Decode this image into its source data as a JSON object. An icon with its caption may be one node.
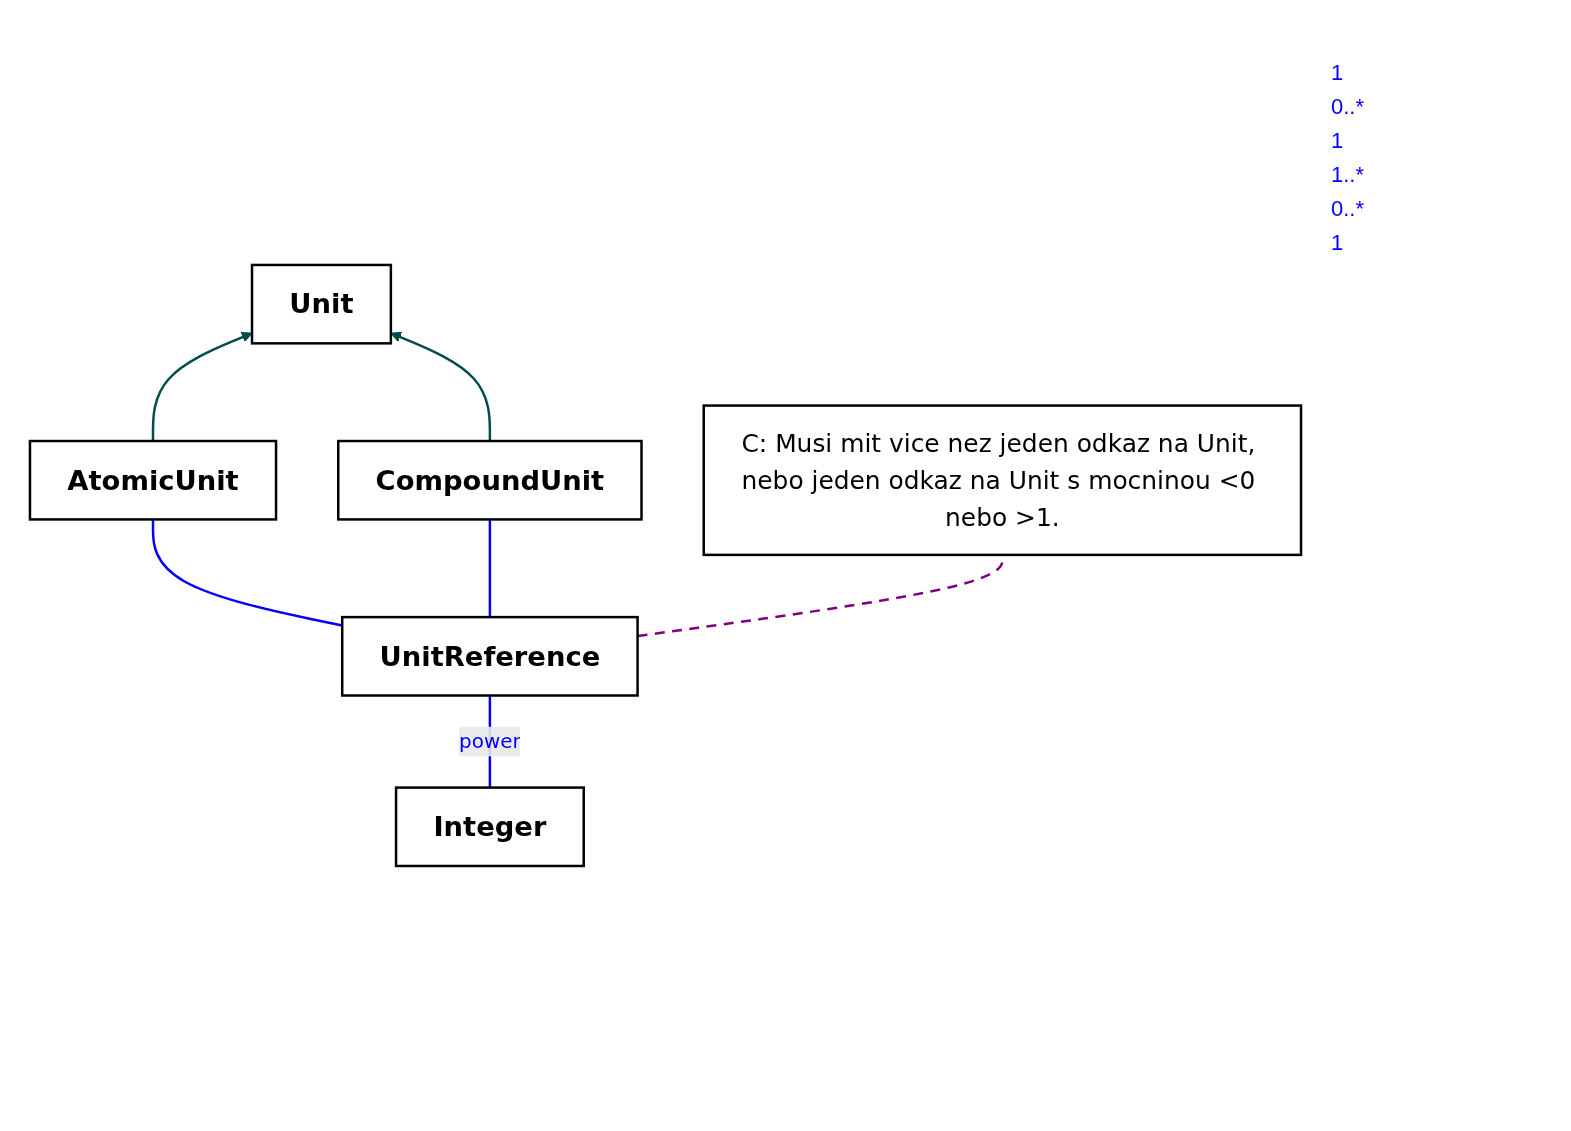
{
  "diagram": {
    "nodes": [
      {
        "text": [
          "Unit"
        ]
      },
      {
        "text": [
          "AtomicUnit"
        ]
      },
      {
        "text": [
          "CompoundUnit"
        ]
      },
      {
        "text": [
          "C: Musi mit vice nez jeden odkaz na Unit, nebo jeden odkaz na Unit s mocninou <0 nebo >1."
        ]
      },
      {
        "text": [
          "UnitReference"
        ]
      },
      {
        "text": [
          "Integer"
        ]
      }
    ],
    "edges": [
      {
        "from": 1,
        "to": 0,
        "arrow": "to",
        "color": "#004d4d"
      },
      {
        "from": 2,
        "to": 0,
        "arrow": "to",
        "color": "#004d4d"
      },
      {
        "from": 1,
        "to": 4,
        "arrow": "none"
      },
      {
        "from": 2,
        "to": 4,
        "arrow": "none"
      },
      {
        "from": 3,
        "to": 4,
        "arrow": "none",
        "style": "dashed",
        "color": "#800080"
      },
      {
        "from": 4,
        "to": 5,
        "arrow": "none",
        "label": "power"
      }
    ],
    "labels": [
      "1",
      "0..*",
      "1",
      "1..*",
      "0..*",
      "1"
    ]
  }
}
